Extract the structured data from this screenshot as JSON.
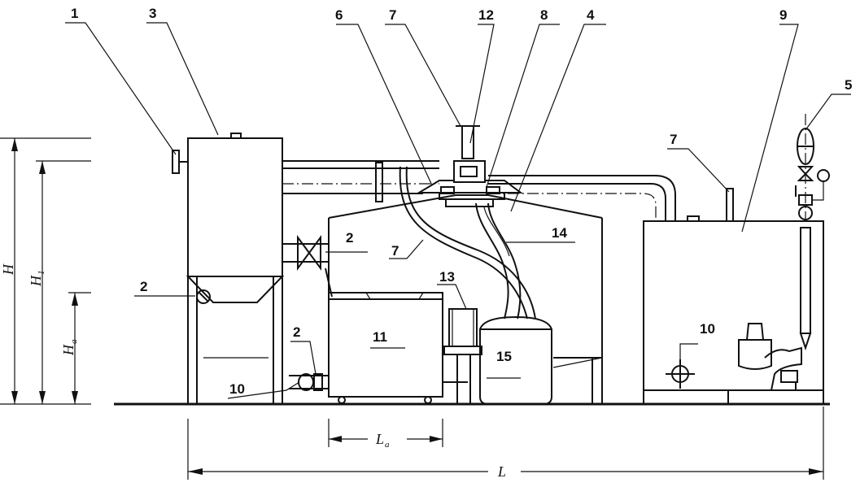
{
  "callouts": [
    "1",
    "3",
    "6",
    "7",
    "12",
    "8",
    "4",
    "9",
    "5",
    "7",
    "2",
    "14",
    "7",
    "2",
    "13",
    "11",
    "15",
    "2",
    "10",
    "10"
  ],
  "dimensions": {
    "H": "H",
    "H1_main": "H",
    "H1_sub": "1",
    "Ha_main": "H",
    "Ha_sub": "a",
    "La_main": "L",
    "La_sub": "a",
    "L": "L"
  }
}
